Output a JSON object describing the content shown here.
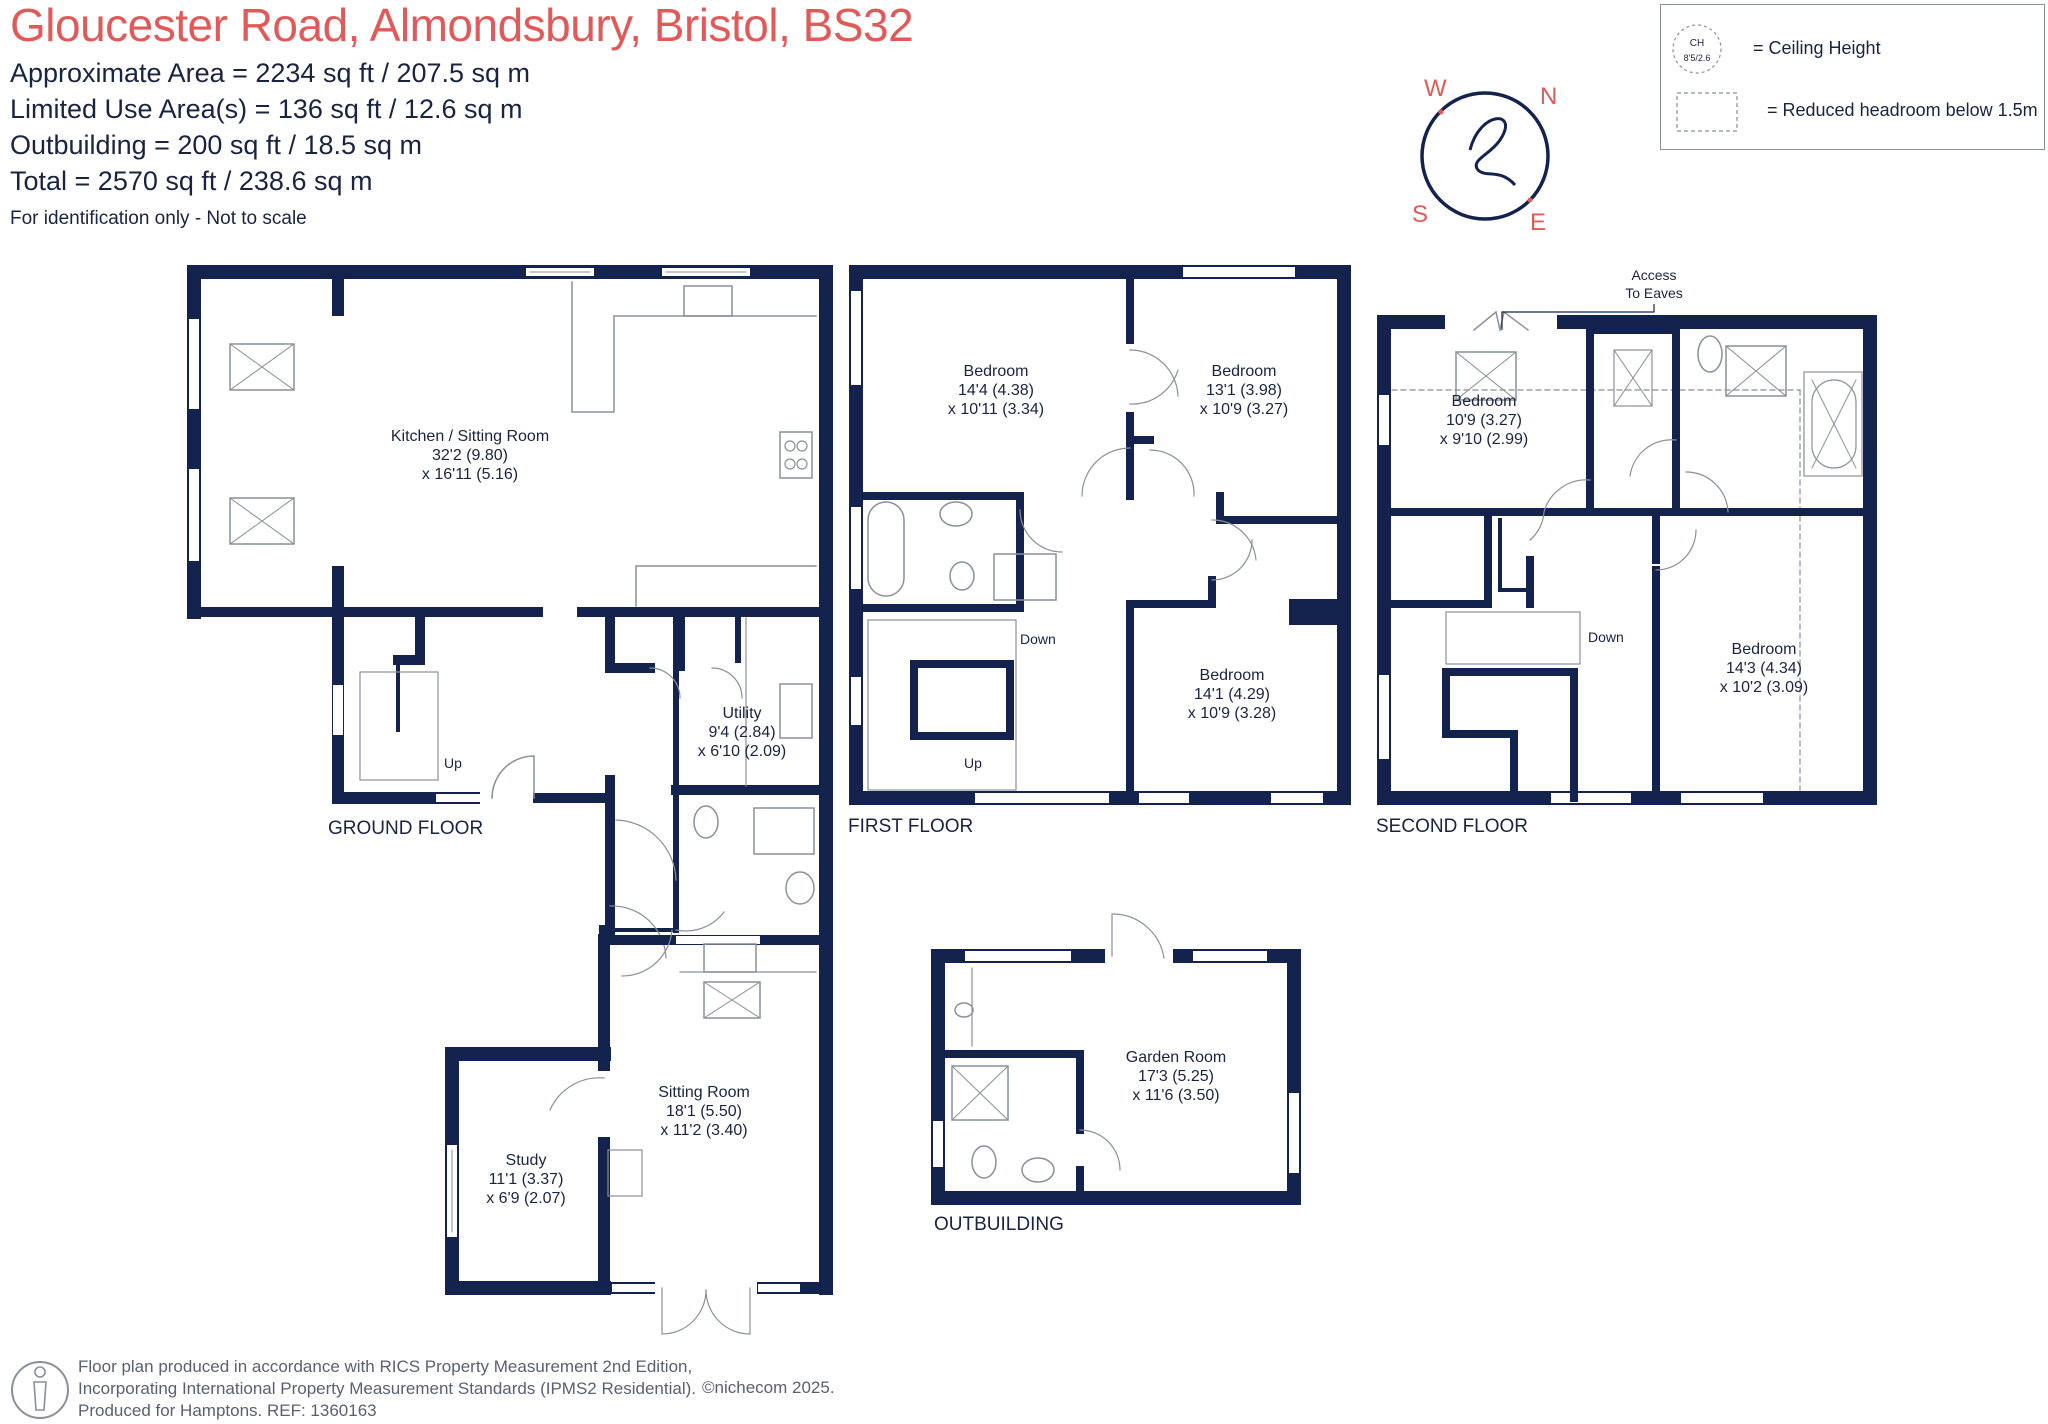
{
  "header": {
    "title": "Gloucester Road, Almondsbury, Bristol, BS32",
    "approx_area": "Approximate Area = 2234 sq ft / 207.5 sq m",
    "limited_use": "Limited Use Area(s) = 136  sq ft / 12.6  sq m",
    "outbuilding": "Outbuilding = 200 sq ft / 18.5 sq m",
    "total": "Total = 2570 sq ft / 238.6 sq m",
    "disclaimer": "For identification only - Not to scale"
  },
  "legend": {
    "ch_symbol_top": "CH",
    "ch_symbol_bottom": "8'5/2.6",
    "ceiling_height": "= Ceiling Height",
    "reduced_headroom": "= Reduced headroom below 1.5m"
  },
  "compass": {
    "w": "W",
    "n": "N",
    "s": "S",
    "e": "E"
  },
  "colors": {
    "wall": "#14224e",
    "title": "#e05a5a",
    "fixture": "#8a8f99"
  },
  "floors": {
    "ground": "GROUND FLOOR",
    "first": "FIRST FLOOR",
    "second": "SECOND FLOOR",
    "outbuilding": "OUTBUILDING"
  },
  "rooms": {
    "kitchen": {
      "name": "Kitchen / Sitting Room",
      "dim1": "32'2 (9.80)",
      "dim2": "x 16'11 (5.16)"
    },
    "utility": {
      "name": "Utility",
      "dim1": "9'4 (2.84)",
      "dim2": "x 6'10 (2.09)"
    },
    "sitting": {
      "name": "Sitting Room",
      "dim1": "18'1 (5.50)",
      "dim2": "x 11'2 (3.40)"
    },
    "study": {
      "name": "Study",
      "dim1": "11'1 (3.37)",
      "dim2": "x 6'9 (2.07)"
    },
    "bed1": {
      "name": "Bedroom",
      "dim1": "14'4 (4.38)",
      "dim2": "x 10'11 (3.34)"
    },
    "bed2": {
      "name": "Bedroom",
      "dim1": "13'1 (3.98)",
      "dim2": "x 10'9 (3.27)"
    },
    "bed3": {
      "name": "Bedroom",
      "dim1": "14'1 (4.29)",
      "dim2": "x 10'9 (3.28)"
    },
    "bed4": {
      "name": "Bedroom",
      "dim1": "10'9 (3.27)",
      "dim2": "x 9'10 (2.99)"
    },
    "bed5": {
      "name": "Bedroom",
      "dim1": "14'3 (4.34)",
      "dim2": "x 10'2 (3.09)"
    },
    "garden": {
      "name": "Garden Room",
      "dim1": "17'3 (5.25)",
      "dim2": "x 11'6 (3.50)"
    }
  },
  "stairs": {
    "up": "Up",
    "down": "Down"
  },
  "eaves": {
    "line1": "Access",
    "line2": "To Eaves"
  },
  "footer": {
    "line1": "Floor plan produced in accordance with RICS Property Measurement 2nd Edition,",
    "line2": "Incorporating International Property Measurement Standards (IPMS2 Residential).",
    "line3": "Produced for Hamptons.   REF:  1360163",
    "copyright": "©nichecom 2025."
  }
}
